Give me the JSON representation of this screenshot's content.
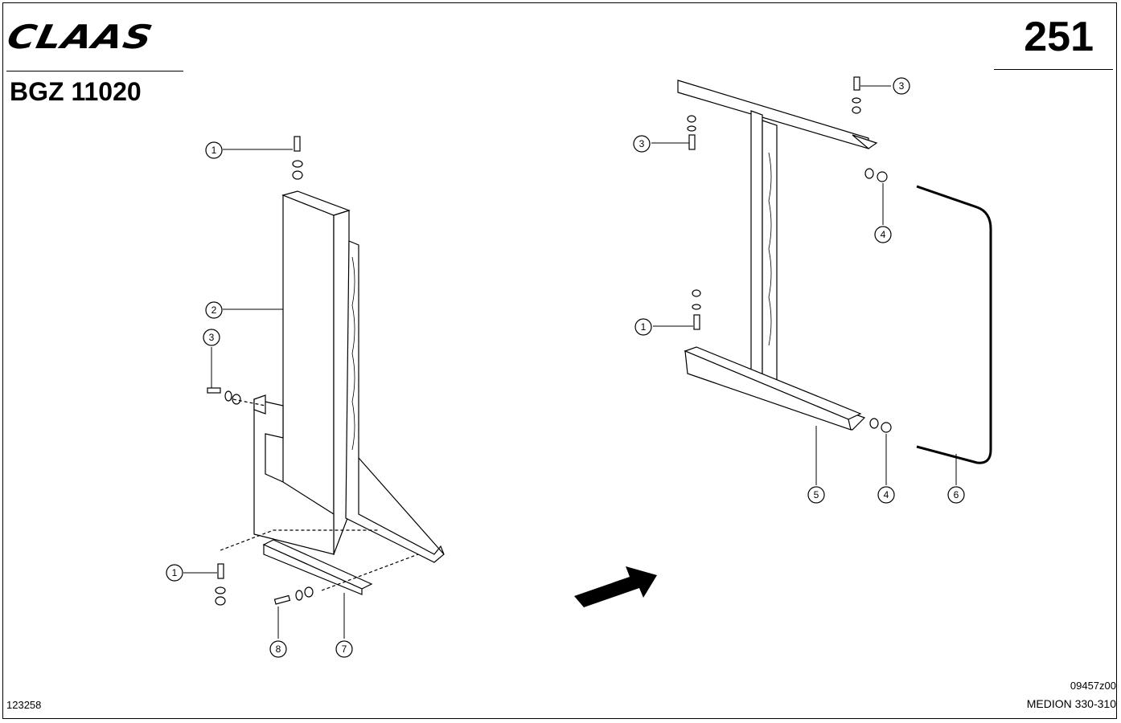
{
  "header": {
    "brand": "CLAAS",
    "title": "BGZ 11020",
    "page_number": "251"
  },
  "footer": {
    "document_number": "123258",
    "drawing_code": "09457z00",
    "model": "MEDION 330-310"
  },
  "callouts_left": [
    "1",
    "2",
    "3",
    "1",
    "8",
    "7"
  ],
  "callouts_right": [
    "3",
    "3",
    "4",
    "1",
    "5",
    "4",
    "6"
  ]
}
